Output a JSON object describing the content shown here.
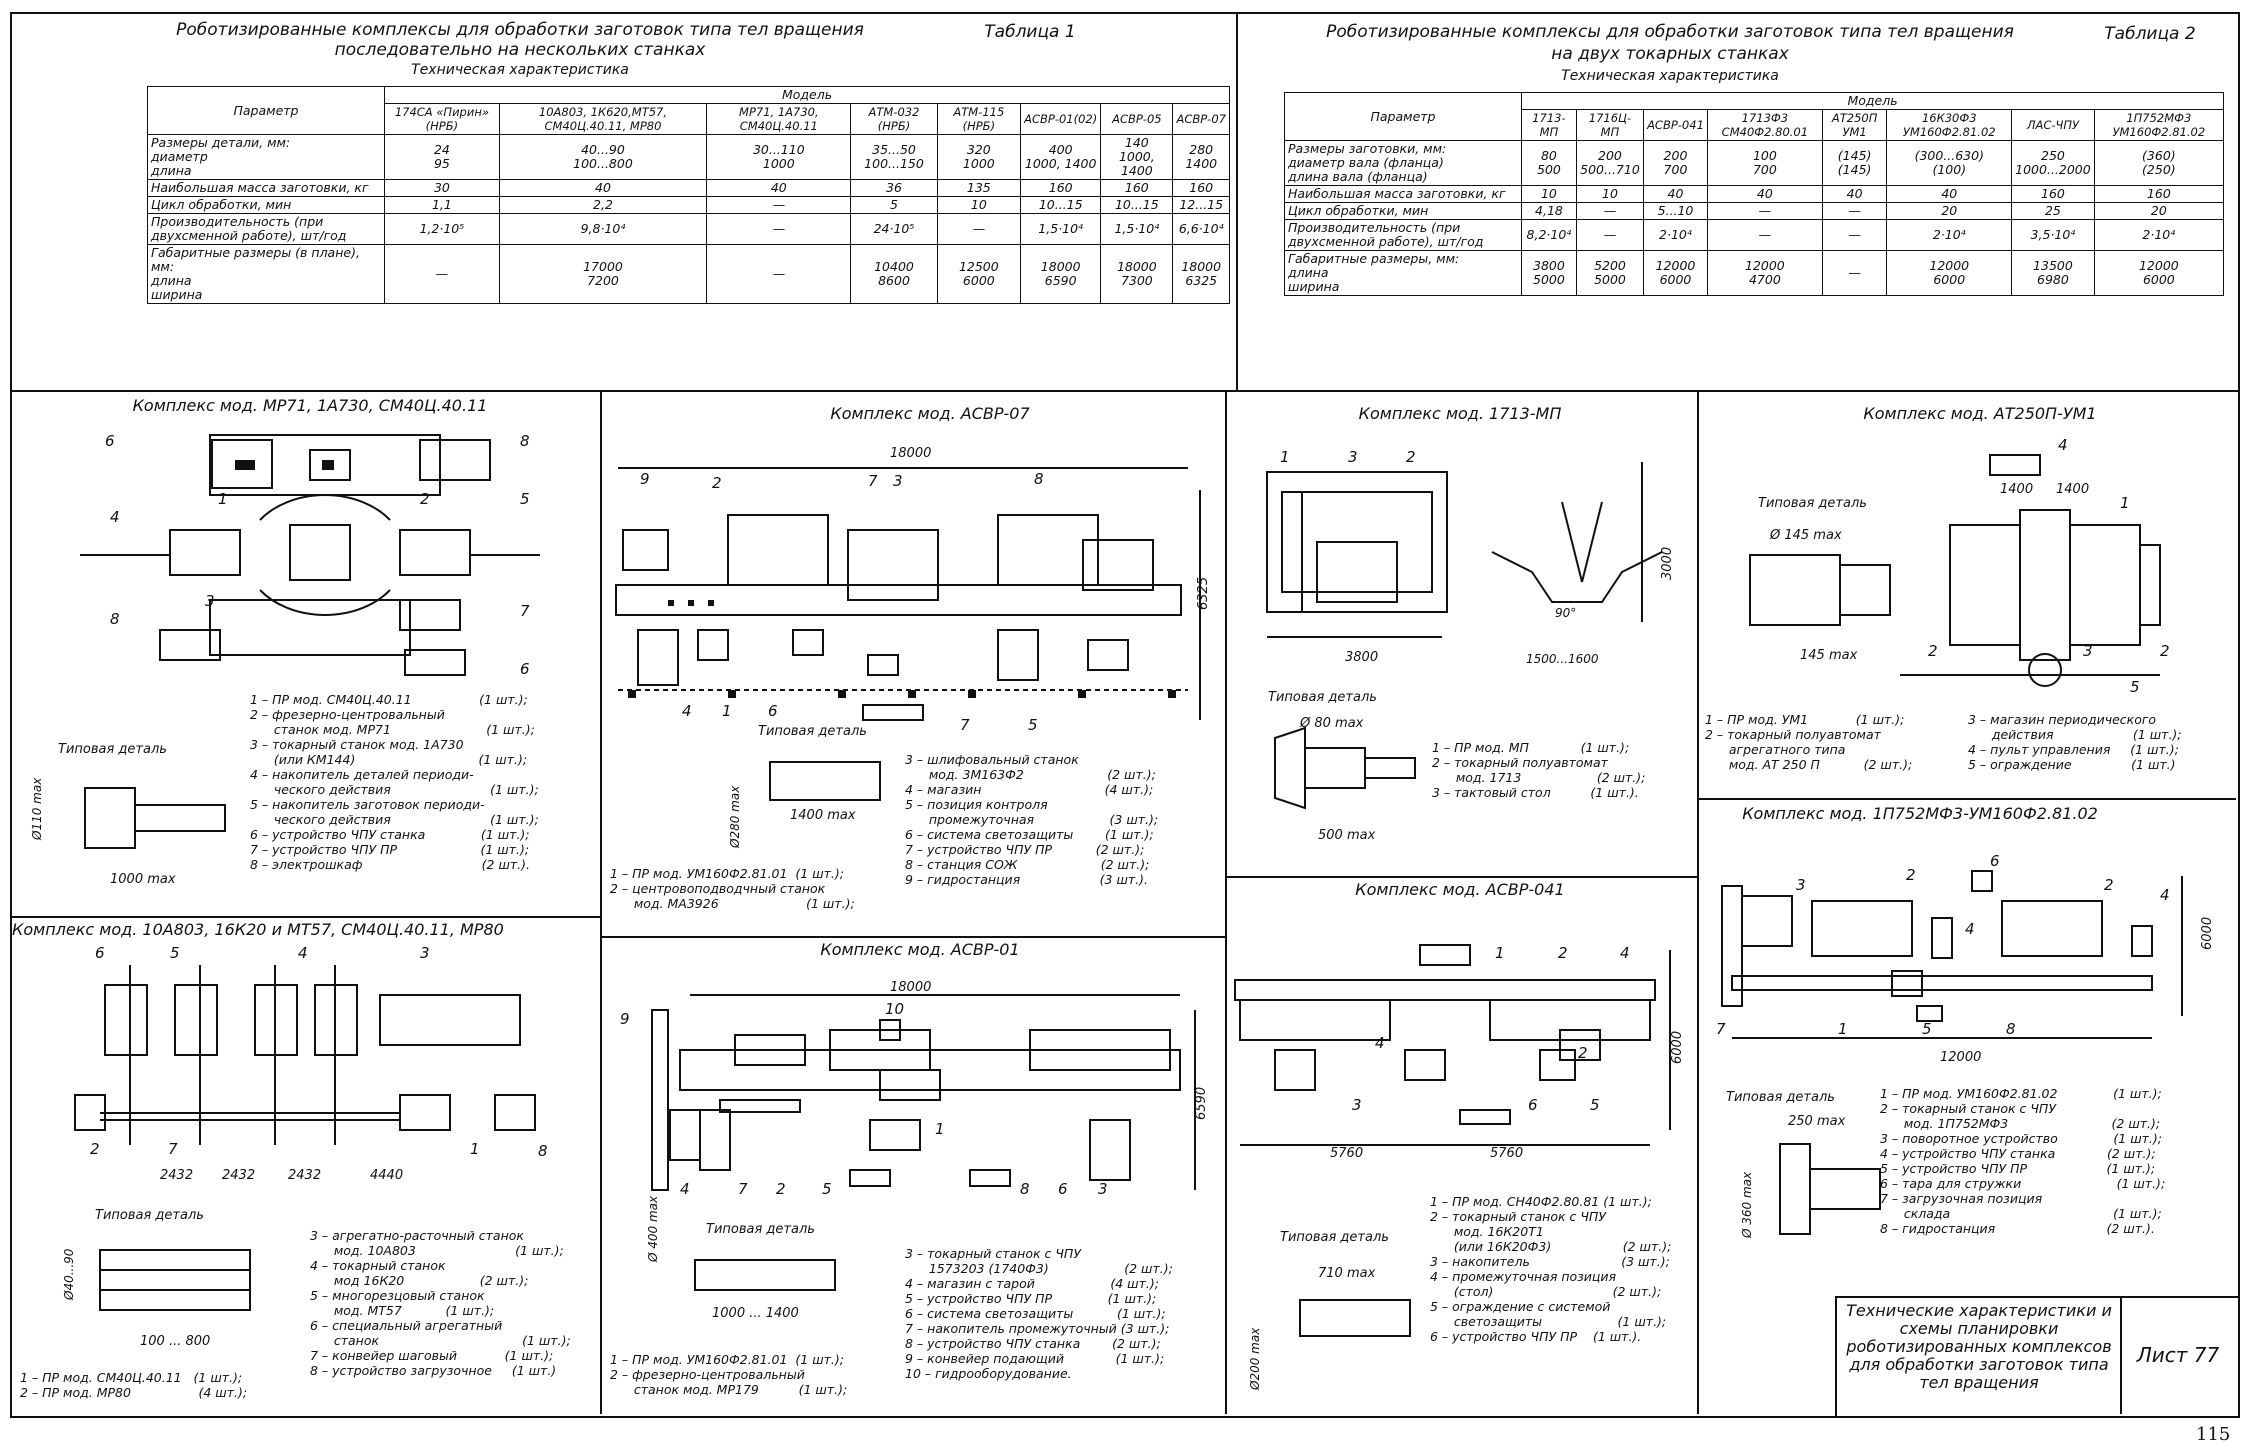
{
  "table1": {
    "title": "Роботизированные комплексы для обработки заготовок типа тел вращения",
    "title2": "последовательно на нескольких станках",
    "label": "Таблица 1",
    "subtitle": "Техническая характеристика",
    "param_header": "Параметр",
    "model_header": "Модель",
    "models": [
      "174СА «Пирин» (НРБ)",
      "10А803, 1К620,МТ57, СМ40Ц.40.11, МР80",
      "МР71, 1А730, СМ40Ц.40.11",
      "АТМ-032 (НРБ)",
      "АТМ-115 (НРБ)",
      "АСВР-01(02)",
      "АСВР-05",
      "АСВР-07"
    ],
    "rows": [
      {
        "param": "Размеры детали, мм:\nдиаметр\nдлина",
        "values": [
          "24\n95",
          "40...90\n100...800",
          "30...110\n1000",
          "35...50\n100...150",
          "320\n1000",
          "400\n1000, 1400",
          "140\n1000, 1400",
          "280\n1400"
        ]
      },
      {
        "param": "Наибольшая масса заготовки, кг",
        "values": [
          "30",
          "40",
          "40",
          "36",
          "135",
          "160",
          "160",
          "160"
        ]
      },
      {
        "param": "Цикл обработки, мин",
        "values": [
          "1,1",
          "2,2",
          "—",
          "5",
          "10",
          "10...15",
          "10...15",
          "12...15"
        ]
      },
      {
        "param": "Производительность (при двухсменной работе), шт/год",
        "values": [
          "1,2·10⁵",
          "9,8·10⁴",
          "—",
          "24·10⁵",
          "—",
          "1,5·10⁴",
          "1,5·10⁴",
          "6,6·10⁴"
        ]
      },
      {
        "param": "Габаритные размеры (в плане), мм:\nдлина\nширина",
        "values": [
          "—",
          "17000\n7200",
          "—",
          "10400\n8600",
          "12500\n6000",
          "18000\n6590",
          "18000\n7300",
          "18000\n6325"
        ]
      }
    ]
  },
  "table2": {
    "title": "Роботизированные комплексы для обработки заготовок типа тел вращения",
    "title2": "на двух токарных станках",
    "label": "Таблица 2",
    "subtitle": "Техническая характеристика",
    "param_header": "Параметр",
    "model_header": "Модель",
    "models": [
      "1713-МП",
      "1716Ц-МП",
      "АСВР-041",
      "1713Ф3 СМ40Ф2.80.01",
      "АТ250П УМ1",
      "16К30Ф3 УМ160Ф2.81.02",
      "ЛАС-ЧПУ",
      "1П752МФ3 УМ160Ф2.81.02"
    ],
    "rows": [
      {
        "param": "Размеры заготовки, мм:\nдиаметр вала (фланца)\nдлина вала (фланца)",
        "values": [
          "80\n500",
          "200\n500...710",
          "200\n700",
          "100\n700",
          "(145)\n(145)",
          "(300...630)\n(100)",
          "250\n1000...2000",
          "(360)\n(250)"
        ]
      },
      {
        "param": "Наибольшая масса заготовки, кг",
        "values": [
          "10",
          "10",
          "40",
          "40",
          "40",
          "40",
          "160",
          "160"
        ]
      },
      {
        "param": "Цикл обработки, мин",
        "values": [
          "4,18",
          "—",
          "5...10",
          "—",
          "—",
          "20",
          "25",
          "20"
        ]
      },
      {
        "param": "Производительность (при двухсменной работе), шт/год",
        "values": [
          "8,2·10⁴",
          "—",
          "2·10⁴",
          "—",
          "—",
          "2·10⁴",
          "3,5·10⁴",
          "2·10⁴"
        ]
      },
      {
        "param": "Габаритные размеры, мм:\nдлина\nширина",
        "values": [
          "3800\n5000",
          "5200\n5000",
          "12000\n6000",
          "12000\n4700",
          "—",
          "12000\n6000",
          "13500\n6980",
          "12000\n6000"
        ]
      }
    ]
  },
  "panels": {
    "mr71": {
      "title": "Комплекс мод. МР71, 1А730, СМ40Ц.40.11",
      "typical": "Типовая деталь",
      "dim_d": "Ø110 max",
      "dim_l": "1000 max",
      "legend": [
        "1 – ПР мод. СМ40Ц.40.11                 (1 шт.);",
        "2 – фрезерно-центровальный",
        "      станок мод. МР71                        (1 шт.);",
        "3 – токарный станок мод. 1А730",
        "      (или КМ144)                               (1 шт.);",
        "4 – накопитель деталей периоди-",
        "      ческого действия                         (1 шт.);",
        "5 – накопитель заготовок периоди-",
        "      ческого действия                         (1 шт.);",
        "6 – устройство ЧПУ станка              (1 шт.);",
        "7 – устройство ЧПУ ПР                     (1 шт.);",
        "8 – электрошкаф                              (2 шт.)."
      ]
    },
    "asvr07": {
      "title": "Комплекс мод. АСВР-07",
      "dim_total": "18000",
      "dim_width": "6325",
      "typical": "Типовая деталь",
      "dim_d": "Ø280 max",
      "dim_l": "1400 max",
      "legend_a": [
        "1 – ПР мод. УМ160Ф2.81.01  (1 шт.);",
        "2 – центровоподводчный станок",
        "      мод. МА3926                      (1 шт.);"
      ],
      "legend_b": [
        "3 – шлифовальный станок",
        "      мод. 3М163Ф2                     (2 шт.);",
        "4 – магазин                               (4 шт.);",
        "5 – позиция контроля",
        "      промежуточная                   (3 шт.);",
        "6 – система светозащиты        (1 шт.);",
        "7 – устройство ЧПУ ПР           (2 шт.);",
        "8 – станция СОЖ                     (2 шт.);",
        "9 – гидростанция                    (3 шт.)."
      ]
    },
    "p1713": {
      "title": "Комплекс мод. 1713-МП",
      "dim_l": "3800",
      "dim_h": "3000",
      "dim_r": "1500...1600",
      "angle": "90°",
      "typical": "Типовая деталь",
      "dim_d": "Ø 80 max",
      "dim_len": "500 max",
      "legend": [
        "1 – ПР мод. МП             (1 шт.);",
        "2 – токарный полуавтомат",
        "      мод. 1713                   (2 шт.);",
        "3 – тактовый стол          (1 шт.)."
      ]
    },
    "at250": {
      "title": "Комплекс мод. АТ250П-УМ1",
      "typical": "Типовая деталь",
      "dim_d": "Ø 145 max",
      "dim_l": "145 max",
      "dim_a": "1400",
      "dim_b": "1400",
      "legend_a": [
        "1 – ПР мод. УМ1            (1 шт.);",
        "2 – токарный полуавтомат",
        "      агрегатного типа",
        "      мод. АТ 250 П           (2 шт.);"
      ],
      "legend_b": [
        "3 – магазин периодического",
        "      действия                    (1 шт.);",
        "4 – пульт управления     (1 шт.);",
        "5 – ограждение               (1 шт.)"
      ]
    },
    "p10a803": {
      "title": "Комплекс мод. 10А803, 16К20 и МТ57, СМ40Ц.40.11, МР80",
      "dims": [
        "2432",
        "2432",
        "2432",
        "4440"
      ],
      "typical": "Типовая деталь",
      "dim_d": "Ø40...90",
      "dim_l": "100 ... 800",
      "legend_a": [
        "1 – ПР мод. СМ40Ц.40.11   (1 шт.);",
        "2 – ПР мод. МР80                 (4 шт.);"
      ],
      "legend_b": [
        "3 – агрегатно-расточный станок",
        "      мод. 10А803                         (1 шт.);",
        "4 – токарный станок",
        "      мод 16К20                   (2 шт.);",
        "5 – многорезцовый станок",
        "      мод. МТ57           (1 шт.);",
        "6 – специальный агрегатный",
        "      станок                                    (1 шт.);",
        "7 – конвейер шаговый            (1 шт.);",
        "8 – устройство загрузочное     (1 шт.)"
      ]
    },
    "asvr01": {
      "title": "Комплекс мод. АСВР-01",
      "dim_total": "18000",
      "dim_width": "6590",
      "typical": "Типовая деталь",
      "dim_d": "Ø 400 max",
      "dim_l": "1000 ... 1400",
      "legend_a": [
        "1 – ПР мод. УМ160Ф2.81.01  (1 шт.);",
        "2 – фрезерно-центровальный",
        "      станок мод. МР179          (1 шт.);"
      ],
      "legend_b": [
        "3 – токарный станок с ЧПУ",
        "      1573203 (1740Ф3)                   (2 шт.);",
        "4 – магазин с тарой                   (4 шт.);",
        "5 – устройство ЧПУ ПР              (1 шт.);",
        "6 – система светозащиты           (1 шт.);",
        "7 – накопитель промежуточный (3 шт.);",
        "8 – устройство ЧПУ станка        (2 шт.);",
        "9 – конвейер подающий             (1 шт.);",
        "10 – гидрооборудование."
      ]
    },
    "asvr041": {
      "title": "Комплекс мод. АСВР-041",
      "dims": [
        "5760",
        "5760"
      ],
      "dim_h": "6000",
      "typical": "Типовая деталь",
      "dim_l": "710 max",
      "dim_d": "Ø200 max",
      "legend": [
        "1 – ПР мод. СН40Ф2.80.81 (1 шт.);",
        "2 – токарный станок с ЧПУ",
        "      мод. 16К20Т1",
        "      (или 16К20Ф3)                  (2 шт.);",
        "3 – накопитель                       (3 шт.);",
        "4 – промежуточная позиция",
        "      (стол)                              (2 шт.);",
        "5 – ограждение с системой",
        "      светозащиты                   (1 шт.);",
        "6 – устройство ЧПУ ПР    (1 шт.)."
      ]
    },
    "p1p752": {
      "title": "Комплекс мод. 1П752МФ3-УМ160Ф2.81.02",
      "dim_total": "12000",
      "dim_h": "6000",
      "typical": "Типовая деталь",
      "dim_l": "250 max",
      "dim_d": "Ø 360 max",
      "legend": [
        "1 – ПР мод. УМ160Ф2.81.02              (1 шт.);",
        "2 – токарный станок с ЧПУ",
        "      мод. 1П752МФ3                          (2 шт.);",
        "3 – поворотное устройство              (1 шт.);",
        "4 – устройство ЧПУ станка             (2 шт.);",
        "5 – устройство ЧПУ ПР                    (1 шт.);",
        "6 – тара для стружки                        (1 шт.);",
        "7 – загрузочная позиция",
        "      склада                                         (1 шт.);",
        "8 – гидростанция                            (2 шт.)."
      ]
    }
  },
  "stamp": {
    "title": "Технические характеристики и схемы планировки роботизированных комплексов для обработки заготовок типа тел вращения",
    "sheet": "Лист 77"
  },
  "page_number": "115"
}
